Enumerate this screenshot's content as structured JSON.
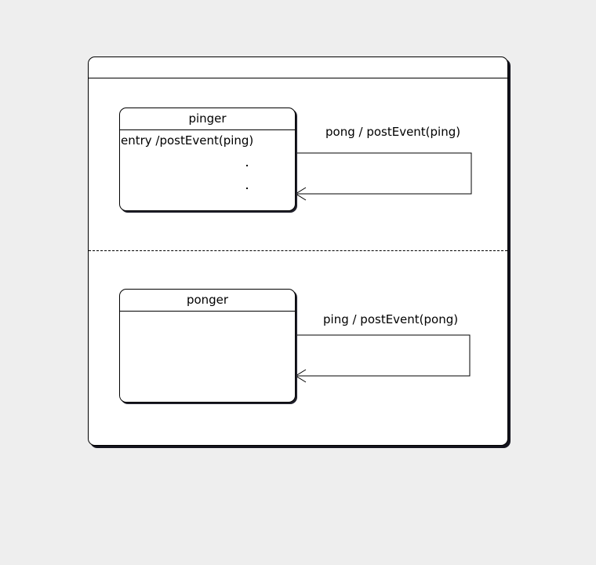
{
  "diagram": {
    "type": "uml-state-machine",
    "background_color": "#eeeeee",
    "surface_color": "#ffffff",
    "line_color": "#000000",
    "outer_state": {
      "title": "",
      "region_separator": "dashed"
    },
    "states": [
      {
        "id": "pinger",
        "name": "pinger",
        "body": "entry /postEvent(ping)"
      },
      {
        "id": "ponger",
        "name": "ponger",
        "body": ""
      }
    ],
    "transitions": [
      {
        "id": "pinger-self",
        "source": "pinger",
        "target": "pinger",
        "label": "pong / postEvent(ping)",
        "kind": "self-loop"
      },
      {
        "id": "ponger-self",
        "source": "ponger",
        "target": "ponger",
        "label": "ping / postEvent(pong)",
        "kind": "self-loop"
      }
    ]
  }
}
